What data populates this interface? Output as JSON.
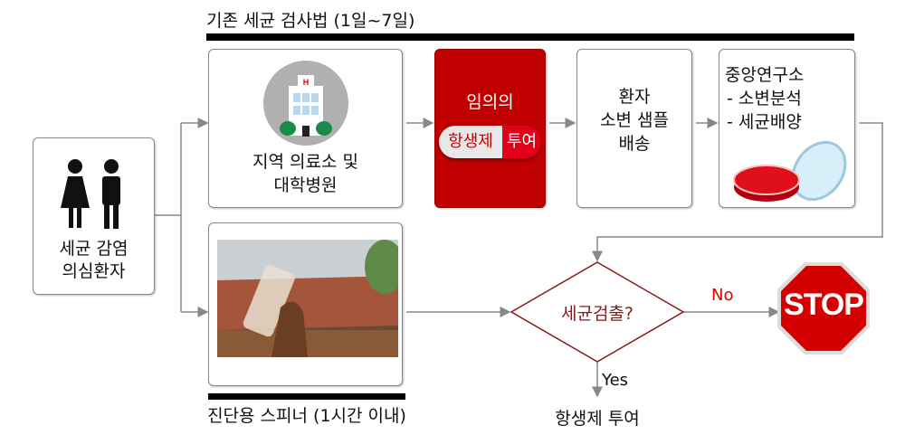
{
  "conventional": {
    "title": "기존 세균 검사법 (1일~7일)",
    "steps": [
      {
        "label_line1": "지역 의료소 및",
        "label_line2": "대학병원",
        "icon": "hospital-icon",
        "icon_letter": "H"
      },
      {
        "label_line1": "임의의",
        "pill_left": "항생제",
        "pill_right": "투여",
        "icon": "pill-icon"
      },
      {
        "label_line1": "환자",
        "label_line2": "소변 샘플",
        "label_line3": "배송"
      },
      {
        "label_line1": "중앙연구소",
        "label_line2": "- 소변분석",
        "label_line3": "- 세균배양",
        "icon": "petri-dish-icon"
      }
    ]
  },
  "patient": {
    "label_line1": "세균 감염",
    "label_line2": "의심환자",
    "icon": "patients-icon"
  },
  "spinner": {
    "caption": "진단용 스피너 (1시간 이내)",
    "icon": "diagnostic-spinner-photo"
  },
  "decision": {
    "question": "세균검출?",
    "no_label": "No",
    "yes_label": "Yes",
    "yes_result": "항생제 투여",
    "stop_label": "STOP"
  },
  "colors": {
    "accent_red": "#c00000",
    "decision_border": "#8b1a1a",
    "stop_red": "#d40000",
    "no_text": "#e00000"
  }
}
